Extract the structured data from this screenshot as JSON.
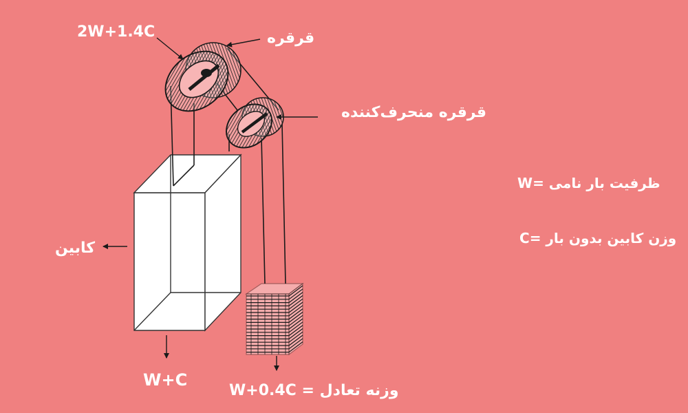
{
  "labels": {
    "sheave_load": "2W+1.4C",
    "sheave": "قرقره",
    "deflector_sheave": "قرقره منحرف‌کننده",
    "cabin": "کابین",
    "cabin_load": "W+C",
    "counterweight": "وزنه تعادل = W+0.4C",
    "legend_w": "ظرفیت بار نامی =W",
    "legend_c": "وزن کابین بدون بار =C"
  },
  "colors": {
    "background": "#f08080",
    "text": "#ffffff",
    "line": "#1a1a1a",
    "cabin_fill": "#ffffff"
  }
}
